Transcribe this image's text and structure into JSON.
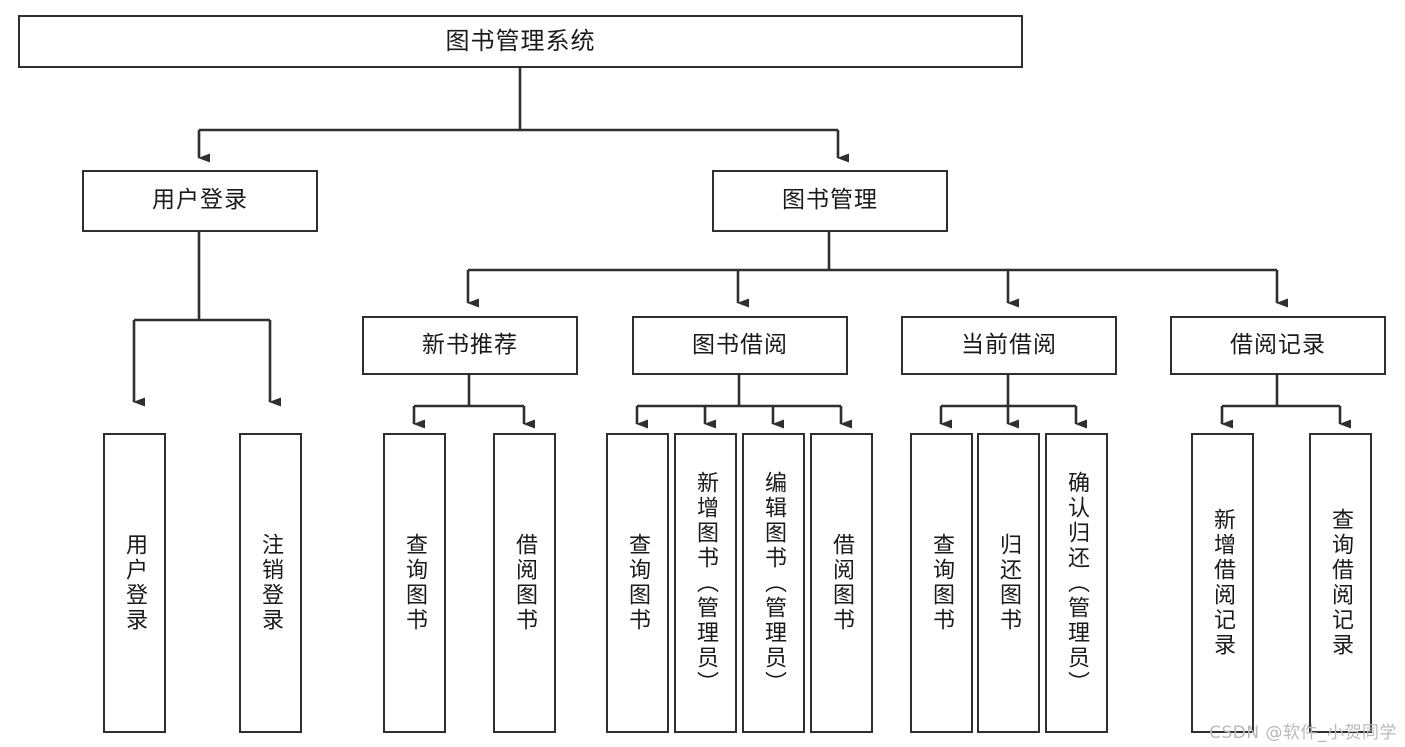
{
  "diagram": {
    "title": "图书管理系统",
    "type": "tree-hierarchy-chart",
    "root": {
      "label": "图书管理系统"
    },
    "level2": [
      {
        "label": "用户登录"
      },
      {
        "label": "图书管理"
      }
    ],
    "level3": [
      {
        "label": "新书推荐"
      },
      {
        "label": "图书借阅"
      },
      {
        "label": "当前借阅"
      },
      {
        "label": "借阅记录"
      }
    ],
    "leaves": {
      "user_login": [
        {
          "label": "用户登录"
        },
        {
          "label": "注销登录"
        }
      ],
      "new_book_recommend": [
        {
          "label": "查询图书"
        },
        {
          "label": "借阅图书"
        }
      ],
      "book_borrow": [
        {
          "label": "查询图书"
        },
        {
          "label": "新增图书（管理员）"
        },
        {
          "label": "编辑图书（管理员）"
        },
        {
          "label": "借阅图书"
        }
      ],
      "current_borrow": [
        {
          "label": "查询图书"
        },
        {
          "label": "归还图书"
        },
        {
          "label": "确认归还（管理员）"
        }
      ],
      "borrow_record": [
        {
          "label": "新增借阅记录"
        },
        {
          "label": "查询借阅记录"
        }
      ]
    }
  },
  "watermark": {
    "text": "CSDN @软件_小贺同学"
  },
  "colors": {
    "stroke": "#2f2f2f",
    "fill": "#ffffff",
    "text": "#1a1a1a",
    "watermark": "#b9b9b9"
  }
}
